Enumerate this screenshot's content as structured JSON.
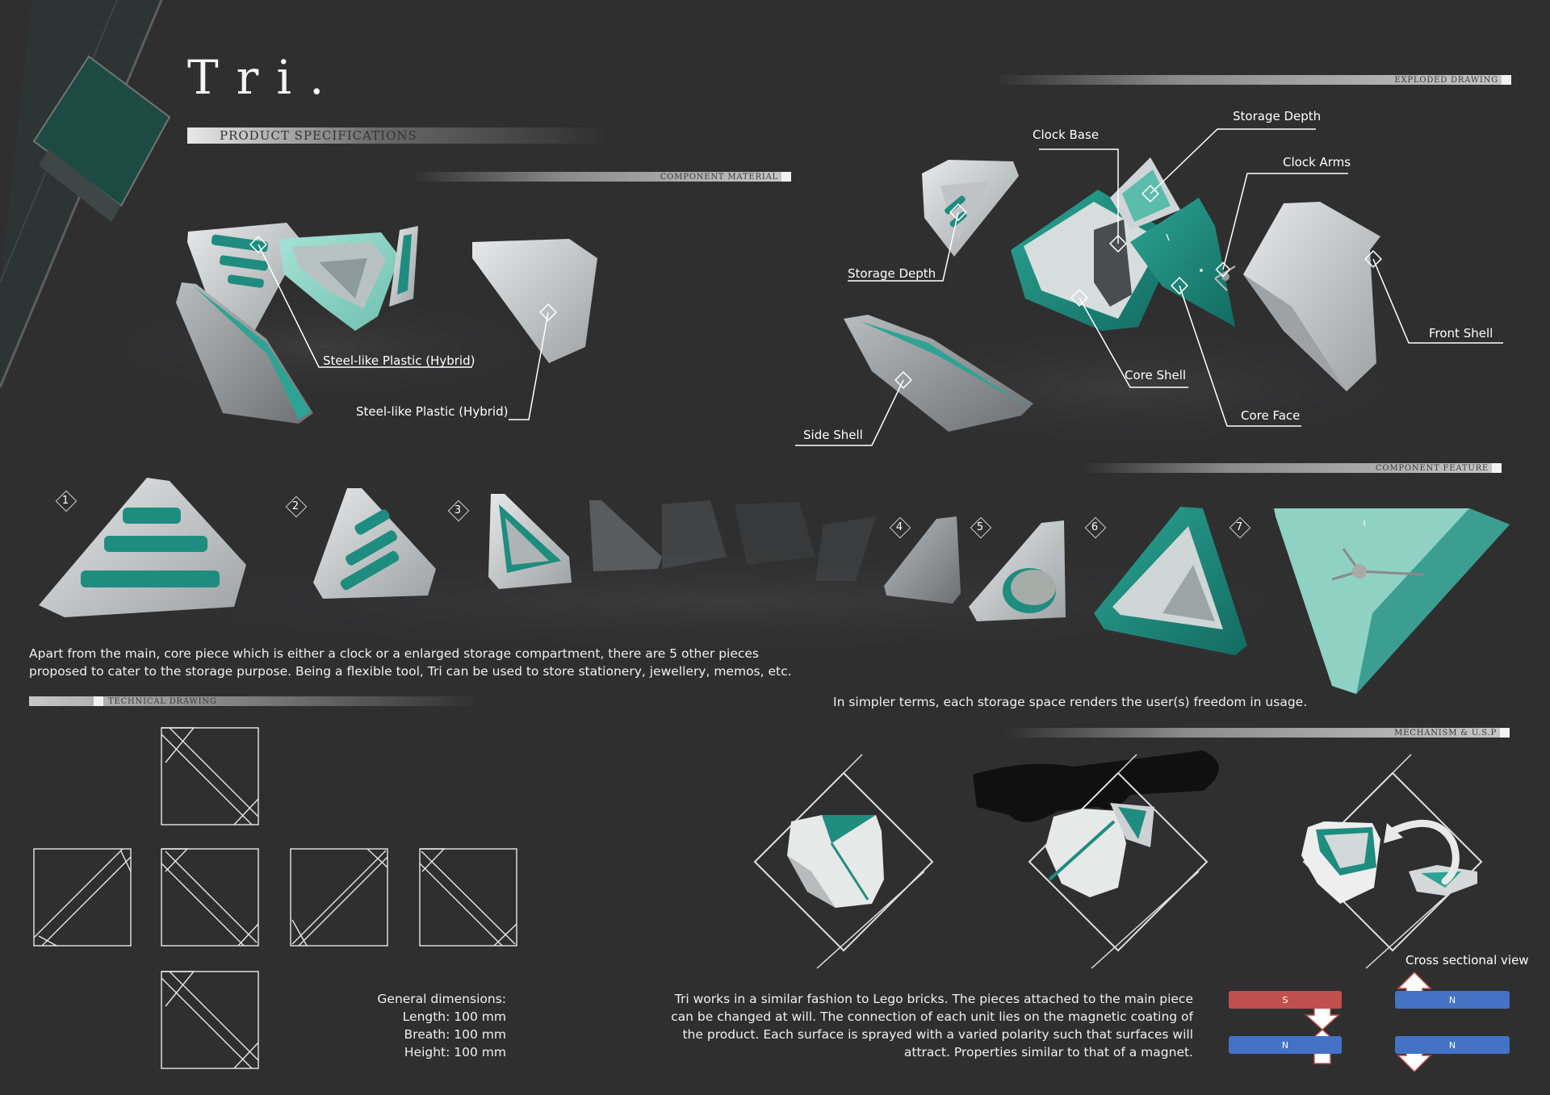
{
  "title": "Tri.",
  "sections": {
    "product_specifications": "Product Specifications",
    "component_material": "Component Material",
    "exploded_drawing": "Exploded drawing",
    "component_feature": "Component Feature",
    "technical_drawing": "Technical Drawing",
    "mechanism": "Mechanism & U.S.P"
  },
  "material_callouts": {
    "a": "Steel-like Plastic (Hybrid)",
    "b": "Steel-like Plastic (Hybrid)"
  },
  "exploded_callouts": {
    "clock_base": "Clock Base",
    "storage_depth_top": "Storage Depth",
    "clock_arms": "Clock Arms",
    "storage_depth_left": "Storage Depth",
    "front_shell": "Front Shell",
    "core_shell": "Core  Shell",
    "core_face": "Core  Face",
    "side_shell": "Side Shell"
  },
  "feature_numbers": [
    "1",
    "2",
    "3",
    "4",
    "5",
    "6",
    "7"
  ],
  "feature_paragraph": "Apart from the main, core piece which is either a clock or a enlarged storage compartment, there are 5 other pieces proposed to cater to the storage purpose. Being a flexible tool, Tri can be used to store stationery, jewellery, memos, etc.",
  "freedom_text": "In simpler terms, each storage space renders the user(s) freedom in usage.",
  "dimensions": {
    "heading": "General dimensions:",
    "length": "Length: 100 mm",
    "breath": "Breath: 100 mm",
    "height": "Height: 100 mm"
  },
  "mechanism_paragraph": "Tri works in a similar fashion to Lego bricks. The pieces attached to the main piece can be changed at will. The connection of each unit lies on the magnetic coating of the product. Each surface is sprayed with a varied polarity such that surfaces will attract. Properties similar to that of a magnet.",
  "cross_section_label": "Cross sectional view",
  "magnets": {
    "left_top": "S",
    "left_bottom": "N",
    "right_top": "N",
    "right_bottom": "N"
  },
  "colors": {
    "background": "#2f2f30",
    "teal": "#1f8c80",
    "teal_light": "#8fd6c8",
    "shell_grey": "#c9cccd",
    "magnet_red": "#c0504d",
    "magnet_blue": "#4472c4"
  }
}
